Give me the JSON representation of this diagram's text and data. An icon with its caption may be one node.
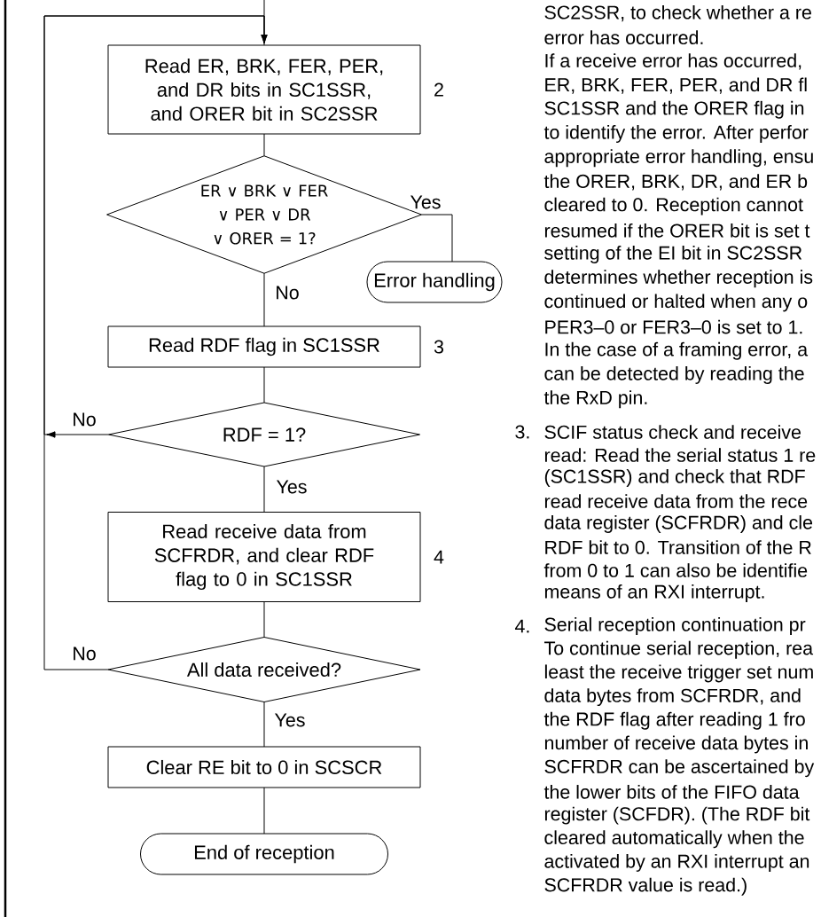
{
  "diagram": {
    "nodes": [
      {
        "text": [
          "Read ER, BRK, FER, PER, and DR bits in SC1SSR, and ORER bit in SC2SSR"
        ],
        "beside": [
          "2"
        ]
      },
      {
        "text": [
          "ER ∨ BRK ∨ FER ∨ PER ∨ DR ∨ ORER = 1?"
        ]
      },
      {
        "text": [
          "Error handling"
        ]
      },
      {
        "text": [
          "Read RDF flag in SC1SSR"
        ],
        "beside": [
          "3"
        ]
      },
      {
        "text": [
          "RDF = 1?"
        ]
      },
      {
        "text": [
          "Read receive data from SCFRDR, and clear RDF flag to 0 in SC1SSR"
        ],
        "beside": [
          "4"
        ]
      },
      {
        "text": [
          "All data received?"
        ]
      },
      {
        "text": [
          "Clear RE bit to 0 in SCSCR"
        ]
      },
      {
        "text": [
          "End of reception"
        ]
      }
    ],
    "edges": [
      {
        "from": null,
        "to": 0,
        "arrow": "none"
      },
      {
        "from": 0,
        "to": 1,
        "arrow": "none"
      },
      {
        "from": 1,
        "to": 2,
        "arrow": "none",
        "label": "Yes"
      },
      {
        "from": 1,
        "to": 3,
        "arrow": "none",
        "label": "No"
      },
      {
        "from": 3,
        "to": 4,
        "arrow": "none"
      },
      {
        "from": 4,
        "to": 0,
        "arrow": "to",
        "label": "No"
      },
      {
        "from": 4,
        "to": 5,
        "arrow": "none",
        "label": "Yes"
      },
      {
        "from": 5,
        "to": 6,
        "arrow": "none"
      },
      {
        "from": 6,
        "to": 0,
        "arrow": "to",
        "label": "No"
      },
      {
        "from": 6,
        "to": 7,
        "arrow": "none",
        "label": "Yes"
      },
      {
        "from": 7,
        "to": 8,
        "arrow": "none"
      }
    ],
    "labels": [
      "SC2SSR, to check whether a re",
      "error has occurred.",
      "If a receive error has occurred,",
      "ER, BRK, FER, PER, and DR fl",
      "SC1SSR and the ORER flag in",
      "to identify the error. After perfor",
      "appropriate error handling, ensu",
      "the ORER, BRK, DR, and ER b",
      "cleared to 0. Reception cannot",
      "resumed if the ORER bit is set t",
      "setting of the EI bit in SC2SSR",
      "determines whether reception is",
      "continued or halted when any o",
      "PER3–0 or FER3–0 is set to 1.",
      "In the case of a framing error, a",
      "can be detected by reading the",
      "the RxD pin.",
      "3.",
      "SCIF status check and receive",
      "read: Read the serial status 1 re",
      "(SC1SSR) and check that RDF",
      "read receive data from the rece",
      "data register (SCFRDR) and cle",
      "RDF bit to 0. Transition of the R",
      "from 0 to 1 can also be identifie",
      "means of an RXI interrupt.",
      "4.",
      "Serial reception continuation pr",
      "To continue serial reception, rea",
      "least the receive trigger set num",
      "data bytes from SCFRDR, and",
      "the RDF flag after reading 1 fro",
      "number of receive data bytes in",
      "SCFRDR can be ascertained by",
      "the lower bits of the FIFO data",
      "register (SCFDR). (The RDF bit",
      "cleared automatically when the",
      "activated by an RXI interrupt an",
      "SCFRDR value is read.)"
    ]
  }
}
